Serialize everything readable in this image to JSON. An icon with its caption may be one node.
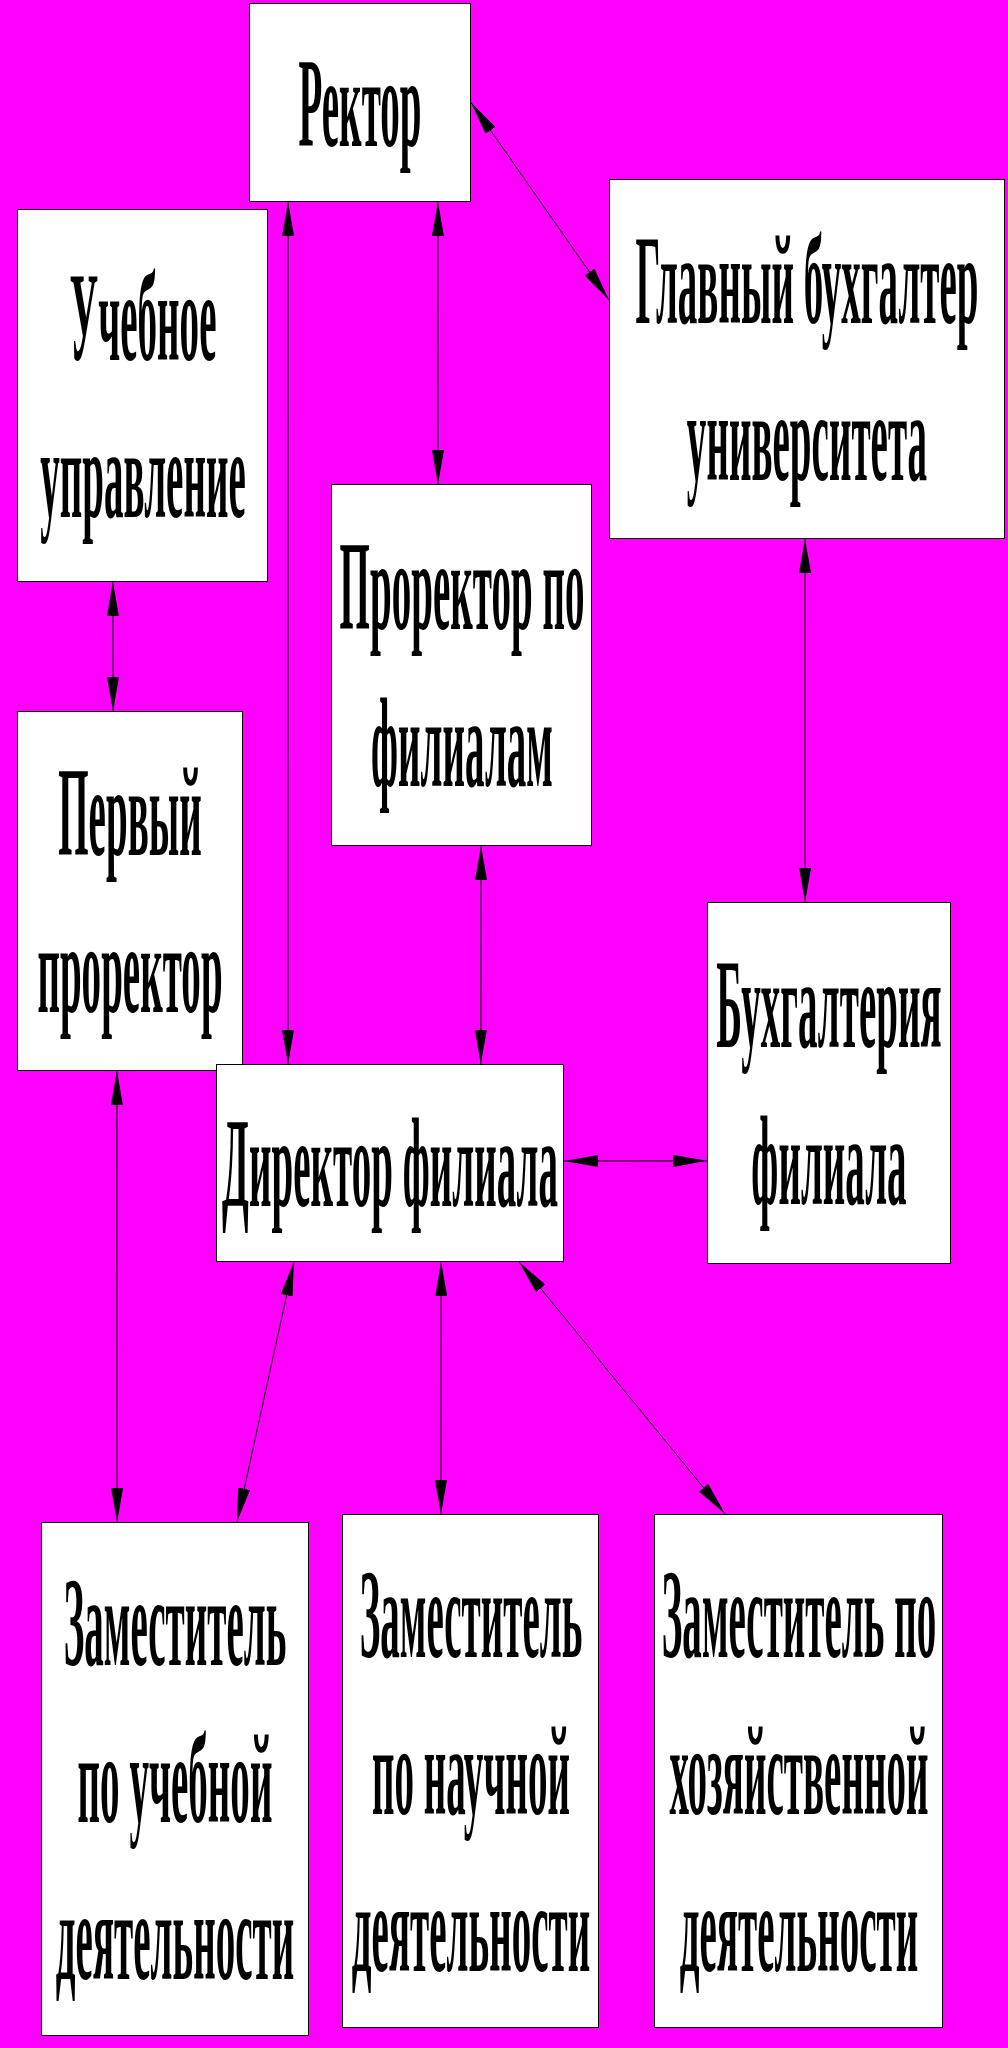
{
  "diagram": {
    "nodes": [
      {
        "text": [
          "Ректор"
        ]
      },
      {
        "text": [
          "Учебное управление"
        ]
      },
      {
        "text": [
          "Главный бухгалтер университета"
        ]
      },
      {
        "text": [
          "Проректор по филиалам"
        ]
      },
      {
        "text": [
          "Первый проректор"
        ]
      },
      {
        "text": [
          "Бухгалтерия филиала"
        ]
      },
      {
        "text": [
          "Директор филиала"
        ]
      },
      {
        "text": [
          "Заместитель по учебной деятельности"
        ]
      },
      {
        "text": [
          "Заместитель по научной деятельности"
        ]
      },
      {
        "text": [
          "Заместитель по хозяйственной деятельности"
        ]
      }
    ],
    "edges": [
      {
        "from": 0,
        "to": 2,
        "arrow": "both"
      },
      {
        "from": 0,
        "to": 6,
        "arrow": "both"
      },
      {
        "from": 0,
        "to": 3,
        "arrow": "both"
      },
      {
        "from": 1,
        "to": 4,
        "arrow": "both"
      },
      {
        "from": 2,
        "to": 5,
        "arrow": "both"
      },
      {
        "from": 3,
        "to": 6,
        "arrow": "both"
      },
      {
        "from": 4,
        "to": 7,
        "arrow": "both"
      },
      {
        "from": 6,
        "to": 5,
        "arrow": "both"
      },
      {
        "from": 6,
        "to": 7,
        "arrow": "both"
      },
      {
        "from": 6,
        "to": 8,
        "arrow": "both"
      },
      {
        "from": 6,
        "to": 9,
        "arrow": "both"
      }
    ]
  }
}
